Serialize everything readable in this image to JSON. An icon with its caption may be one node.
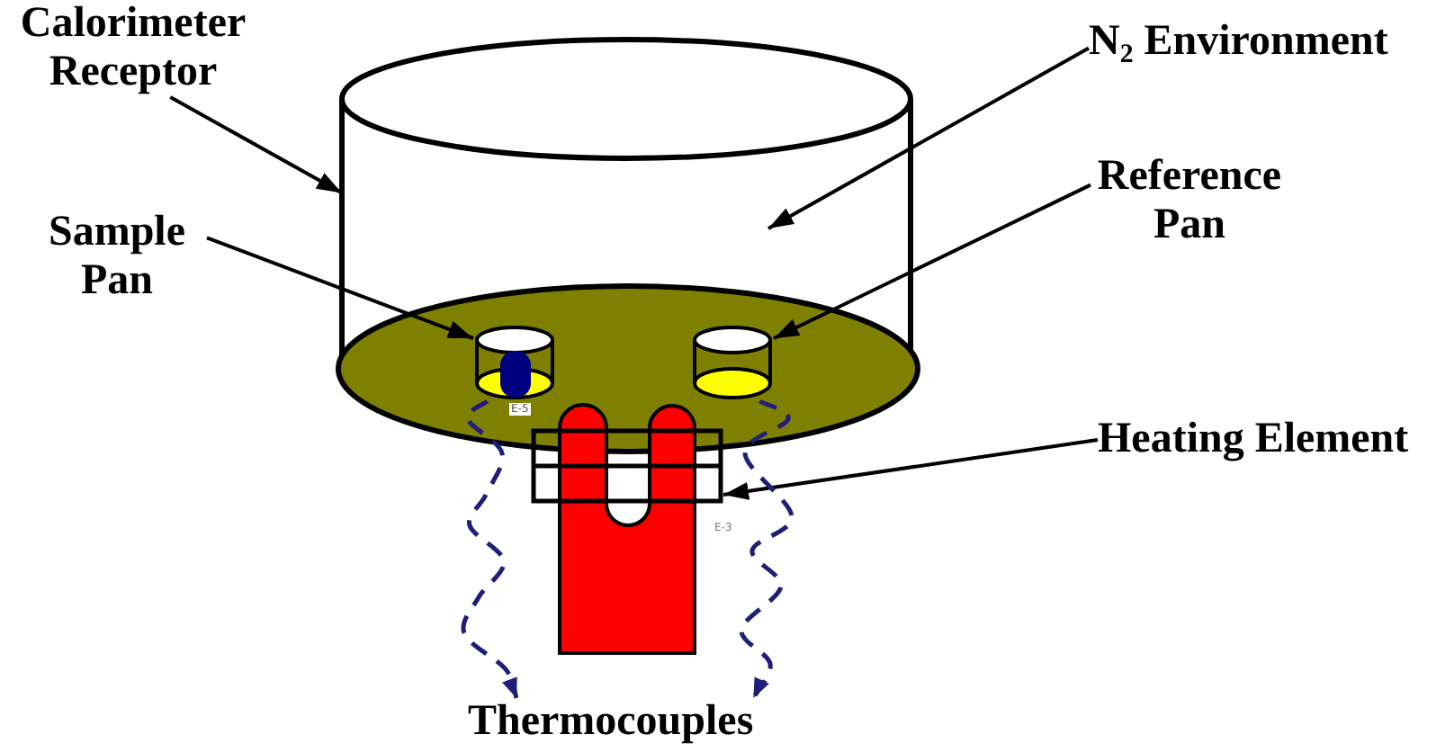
{
  "diagram": {
    "nodes": [
      {
        "text": [
          "Calorimeter Receptor"
        ]
      },
      {
        "text": [
          "N$_{2}$ Environment"
        ]
      },
      {
        "text": [
          "Reference Pan"
        ]
      },
      {
        "text": [
          "Sample Pan"
        ]
      },
      {
        "text": [
          "Heating Element"
        ]
      },
      {
        "text": [
          "Thermocouples"
        ]
      },
      {
        "text": [],
        "shape": "cylinder"
      },
      {
        "text": [],
        "shape": "cylinder",
        "in": 6
      },
      {
        "text": [],
        "shape": "cylinder",
        "in": 6
      },
      {
        "text": [],
        "shape": "box"
      }
    ],
    "edges": [
      {
        "from": 0,
        "to": 6,
        "arrow": "to"
      },
      {
        "from": 1,
        "to": null,
        "arrow": "to"
      },
      {
        "from": 2,
        "to": 8,
        "arrow": "to"
      },
      {
        "from": 3,
        "to": 7,
        "arrow": "to"
      },
      {
        "from": 4,
        "to": 9,
        "arrow": "to"
      },
      {
        "from": 7,
        "to": 5,
        "arrow": "to",
        "style": "dashed",
        "color": "#1f1f7a"
      },
      {
        "from": 8,
        "to": 5,
        "arrow": "to",
        "style": "dashed",
        "color": "#1f1f7a"
      }
    ],
    "labels": [
      "E-5",
      "E-3"
    ]
  }
}
